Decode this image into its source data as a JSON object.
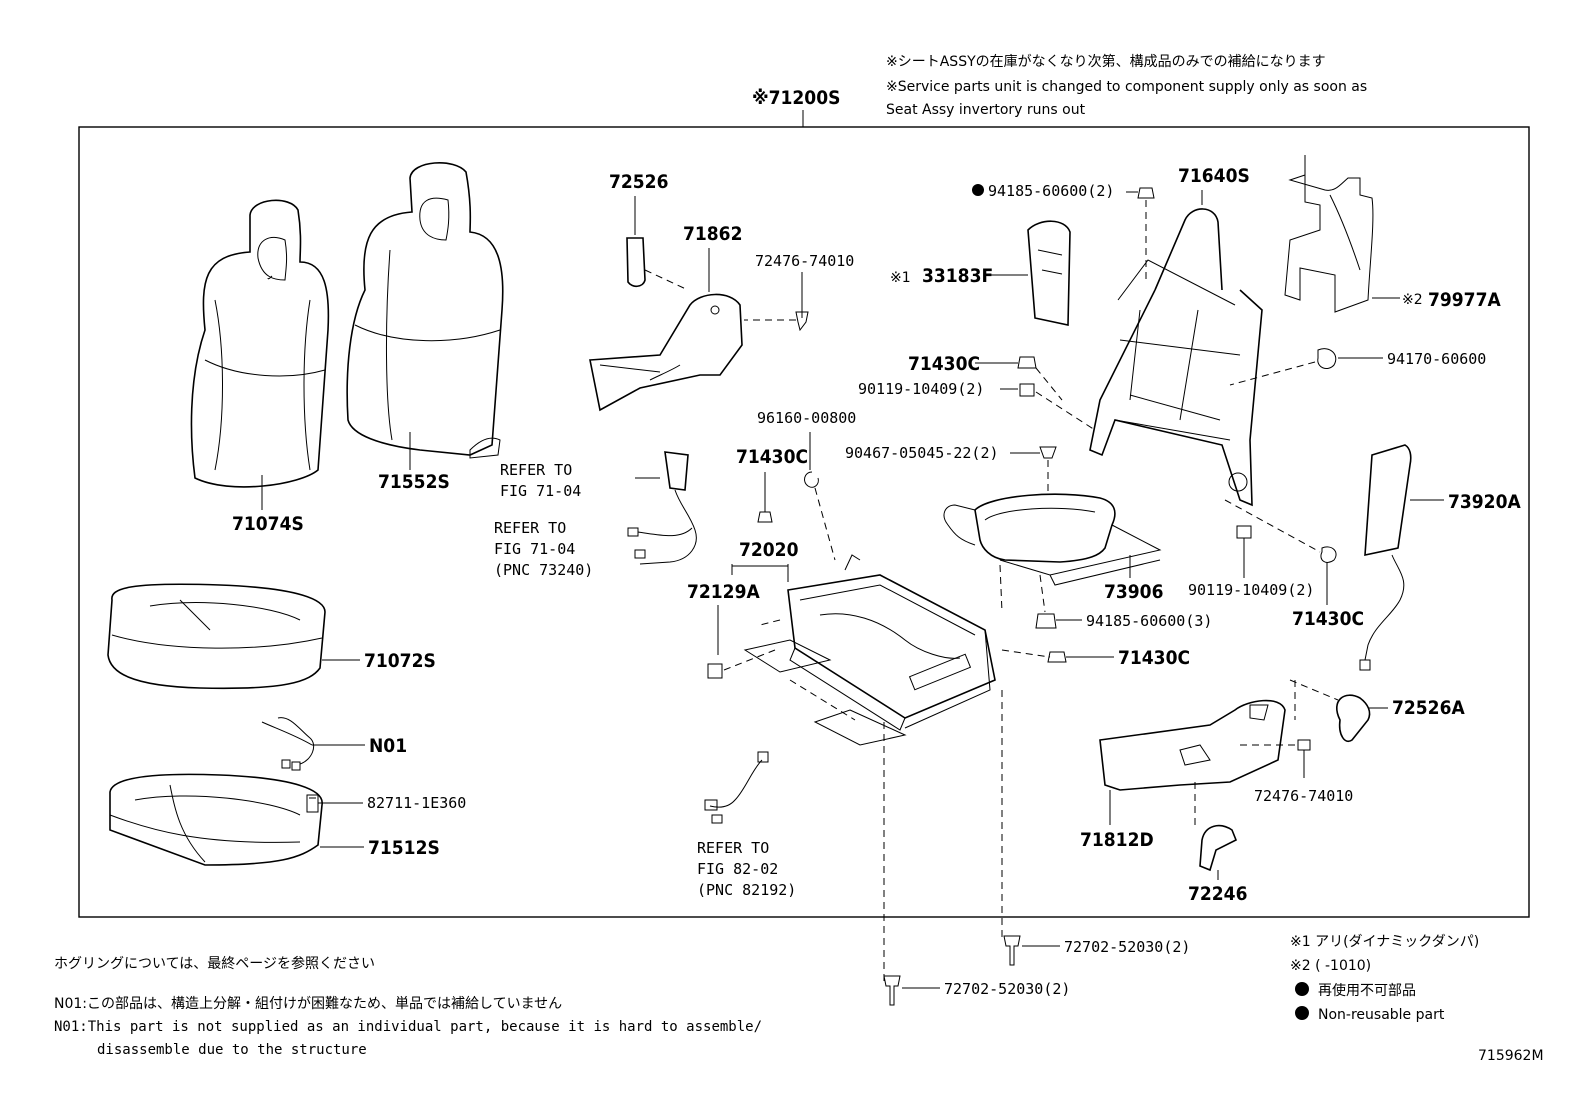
{
  "notes": {
    "jp_supply": "※シートASSYの在庫がなくなり次第、構成品のみでの補給になります",
    "en_supply_1": "※Service parts unit is changed to component supply only as soon as",
    "en_supply_2": "Seat Assy invertory runs out",
    "hog_ring": "ホグリングについては、最終ページを参照ください",
    "n01_jp": "N01:この部品は、構造上分解・組付けが困難なため、単品では補給していません",
    "n01_en_1": "N01:This part is not supplied as an individual part,  because it is hard to assemble/",
    "n01_en_2": "disassemble due to the structure",
    "legend_1": "※1  アリ(ダイナミックダンパ)",
    "legend_2": "※2 (      -1010)",
    "legend_3": "再使用不可部品",
    "legend_4": "Non-reusable part",
    "fig_id": "715962M"
  },
  "labels": {
    "assy": "※71200S",
    "p72526": "72526",
    "p71862": "71862",
    "p72476a": "72476-74010",
    "p94185a": "94185-60600(2)",
    "p71640S": "71640S",
    "mark1": "※1",
    "p33183F": "33183F",
    "mark2": "※2",
    "p79977A": "79977A",
    "p71430C_1": "71430C",
    "p94170": "94170-60600",
    "p90119a": "90119-10409(2)",
    "p96160": "96160-00800",
    "p90467": "90467-05045-22(2)",
    "p71430C_2": "71430C",
    "p71074S": "71074S",
    "p71552S": "71552S",
    "ref1_1": "REFER TO",
    "ref1_2": "FIG 71-04",
    "ref2_1": "REFER TO",
    "ref2_2": "FIG 71-04",
    "ref2_3": "(PNC 73240)",
    "p72020": "72020",
    "p72129A": "72129A",
    "p73906": "73906",
    "p90119b": "90119-10409(2)",
    "p71430C_3": "71430C",
    "p73920A": "73920A",
    "p94185b": "94185-60600(3)",
    "p71430C_4": "71430C",
    "p71072S": "71072S",
    "pN01": "N01",
    "p82711": "82711-1E360",
    "p71512S": "71512S",
    "ref3_1": "REFER TO",
    "ref3_2": "FIG 82-02",
    "ref3_3": "(PNC 82192)",
    "p72526A": "72526A",
    "p72476b": "72476-74010",
    "p71812D": "71812D",
    "p72246": "72246",
    "p72702a": "72702-52030(2)",
    "p72702b": "72702-52030(2)"
  }
}
